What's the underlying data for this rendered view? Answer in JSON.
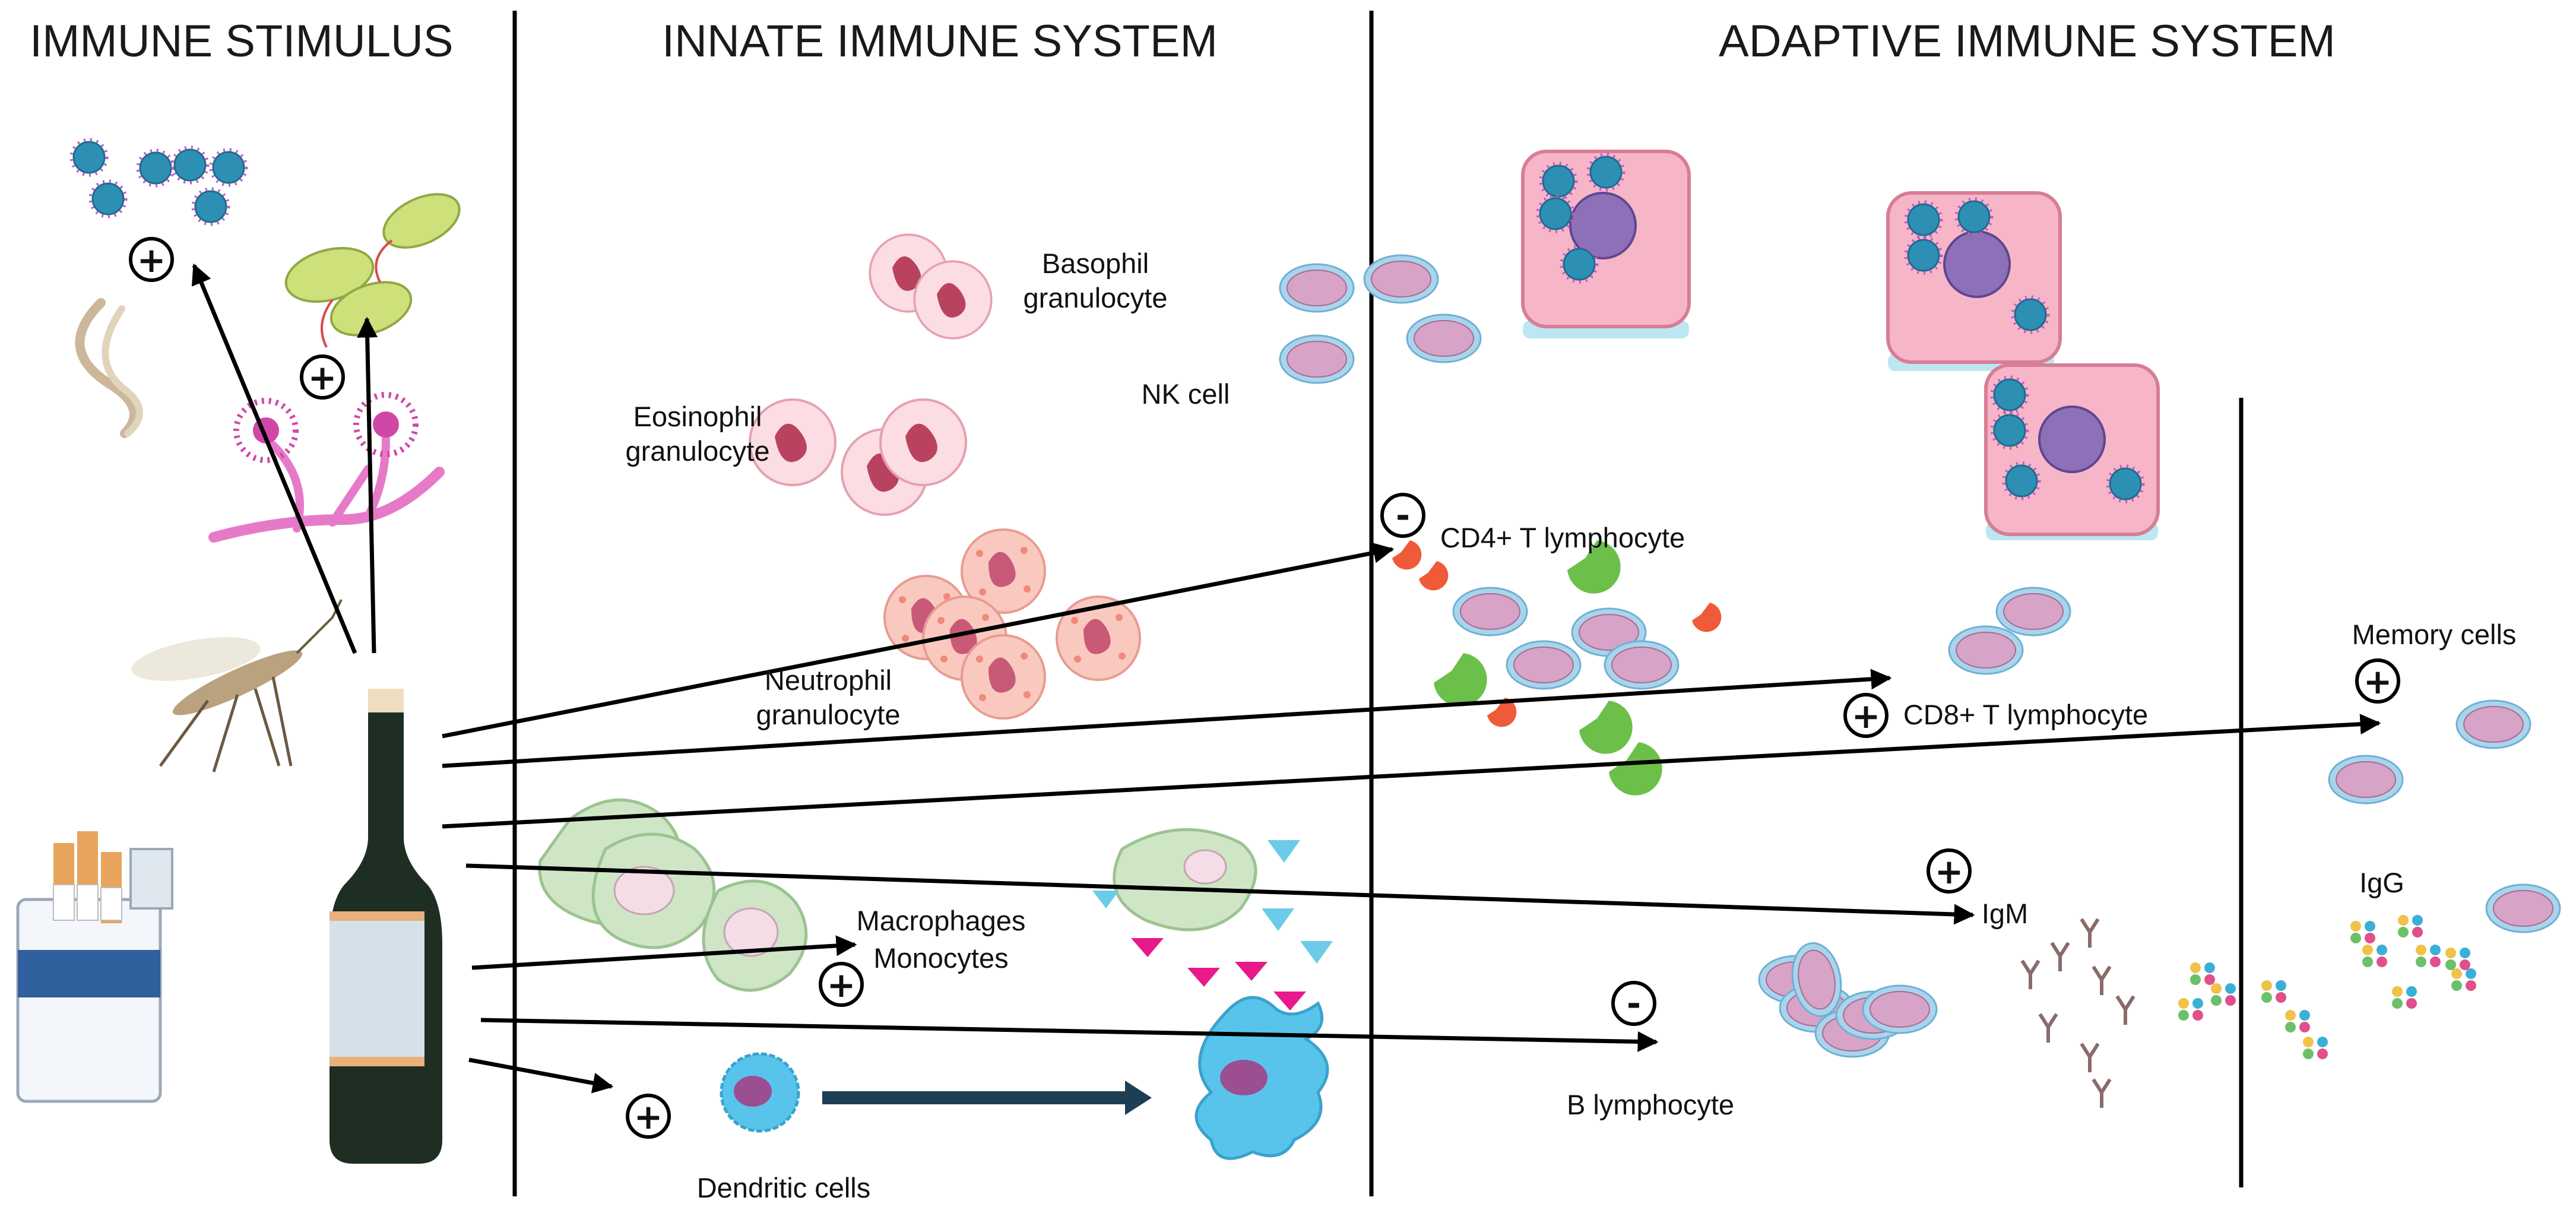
{
  "headers": {
    "immune_stimulus": "IMMUNE STIMULUS",
    "innate": "INNATE IMMUNE SYSTEM",
    "adaptive": "ADAPTIVE IMMUNE SYSTEM"
  },
  "labels": {
    "basophil": [
      "Basophil",
      "granulocyte"
    ],
    "eosinophil": [
      "Eosinophil",
      "granulocyte"
    ],
    "neutrophil": [
      "Neutrophil",
      "granulocyte"
    ],
    "nk_cell": "NK cell",
    "macrophages": "Macrophages",
    "monocytes": "Monocytes",
    "dendritic": "Dendritic cells",
    "cd4": "CD4+ T lymphocyte",
    "cd8": "CD8+ T lymphocyte",
    "memory": "Memory cells",
    "igm": "IgM",
    "igg": "IgG",
    "b_lymphocyte": "B lymphocyte"
  },
  "signs": {
    "virus": "+",
    "bacteria": "+",
    "cd4": "-",
    "cd8": "+",
    "memory": "+",
    "igm": "+",
    "b_lymphocyte": "-",
    "macrophages": "+",
    "dendritic": "+"
  },
  "colors": {
    "lymphocyte_fill": "#d7a3c6",
    "lymphocyte_ring": "#a9d4ec",
    "infected_cell": "#f6b6c8",
    "virus": "#2e8fb5",
    "macrophage": "#cfe6c6",
    "dendritic": "#58c4ec",
    "triangle_pink": "#e8198b",
    "triangle_blue": "#6ccbe8",
    "bottle": "#1f2e22"
  }
}
